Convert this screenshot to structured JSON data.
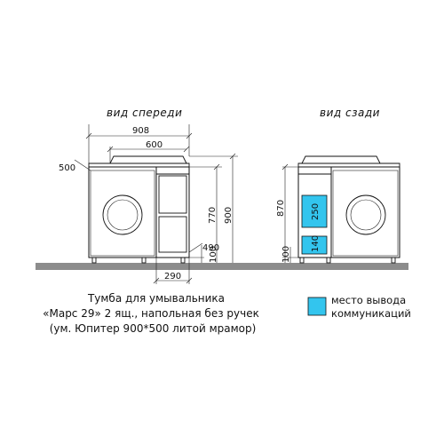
{
  "views": {
    "front_title": "вид спереди",
    "back_title": "вид сзади"
  },
  "dimensions": {
    "width_total": "908",
    "width_top": "600",
    "depth": "500",
    "height_body": "770",
    "height_total": "900",
    "depth_drawer": "490",
    "width_drawer": "290",
    "back_height": "870",
    "comm_upper": "250",
    "comm_lower": "140",
    "leg_front": "100",
    "leg_back": "100"
  },
  "caption": {
    "line1": "Тумба для умывальника",
    "line2": "«Марс 29» 2 ящ., напольная без ручек",
    "line3": "(ум. Юпитер 900*500 литой мрамор)"
  },
  "legend": {
    "line1": "место вывода",
    "line2": "коммуникаций",
    "swatch_color": "#33c5ee"
  },
  "colors": {
    "floor": "#8c8c8c",
    "communication_zone": "#33c5ee"
  }
}
